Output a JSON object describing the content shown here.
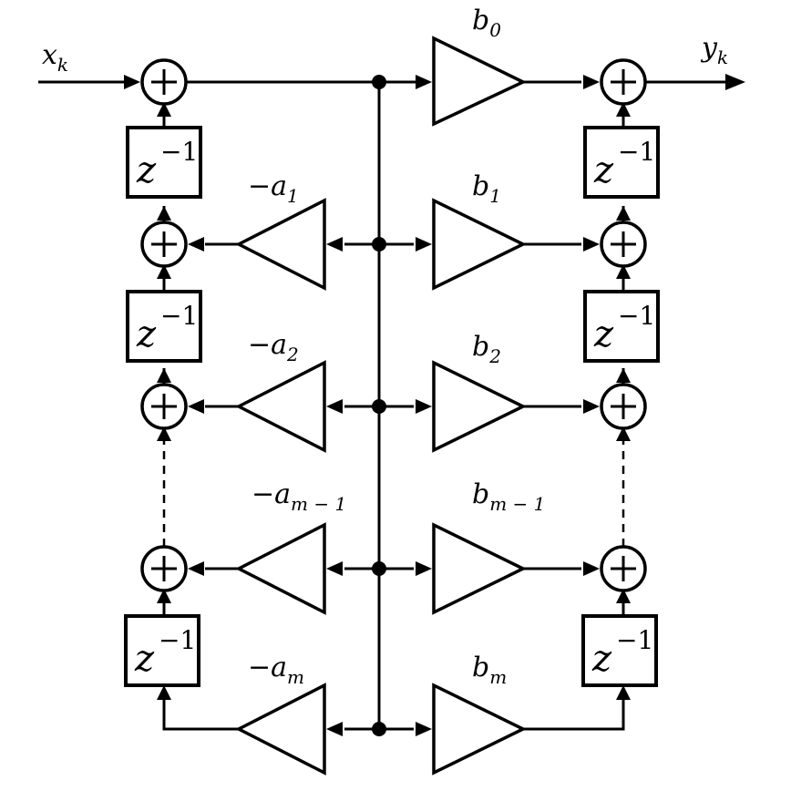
{
  "signals": {
    "input": "x",
    "input_sub": "k",
    "output": "y",
    "output_sub": "k"
  },
  "delay": {
    "base": "z",
    "exponent": "−1"
  },
  "feedback_gains": [
    {
      "main": "−a",
      "sub": "1"
    },
    {
      "main": "−a",
      "sub": "2"
    },
    {
      "main": "−a",
      "sub": "m − 1"
    },
    {
      "main": "−a",
      "sub": "m"
    }
  ],
  "feedforward_gains": [
    {
      "main": "b",
      "sub": "0"
    },
    {
      "main": "b",
      "sub": "1"
    },
    {
      "main": "b",
      "sub": "2"
    },
    {
      "main": "b",
      "sub": "m − 1"
    },
    {
      "main": "b",
      "sub": "m"
    }
  ]
}
